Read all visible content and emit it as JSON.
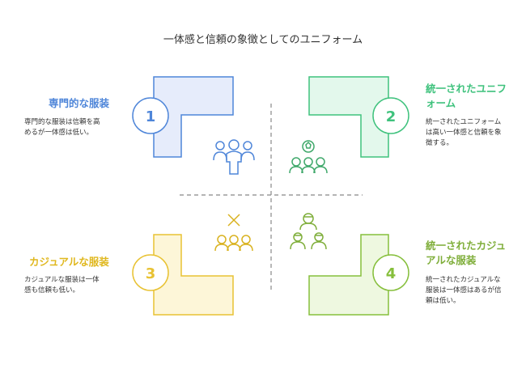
{
  "title": "一体感と信頼の象徴としてのユニフォーム",
  "colors": {
    "blue": "#4f86d9",
    "blue_fill": "#e6ecfb",
    "green": "#3fc27d",
    "green_fill": "#e3f8ec",
    "yellow": "#e8c233",
    "yellow_fill": "#fdf6d8",
    "lime": "#86bf3c",
    "lime_fill": "#eef8e0",
    "icon_blue": "#4f86d9",
    "icon_green": "#3fa86a",
    "icon_yellow": "#d9b21f",
    "icon_lime": "#7fae3a"
  },
  "quadrants": [
    {
      "number": "1",
      "heading": "専門的な服装",
      "desc1": "専門的な服装は信頼を高",
      "desc2": "めるが一体感は低い。"
    },
    {
      "number": "2",
      "heading1": "統一されたユニフ",
      "heading2": "ォーム",
      "desc1": "統一されたユニフォーム",
      "desc2": "は高い一体感と信頼を象",
      "desc3": "徴する。"
    },
    {
      "number": "3",
      "heading": "カジュアルな服装",
      "desc1": "カジュアルな服装は一体",
      "desc2": "感も信頼も低い。"
    },
    {
      "number": "4",
      "heading1": "統一されたカジュ",
      "heading2": "アルな服装",
      "desc1": "統一されたカジュアルな",
      "desc2": "服装は一体感はあるが信",
      "desc3": "頼は低い。"
    }
  ]
}
